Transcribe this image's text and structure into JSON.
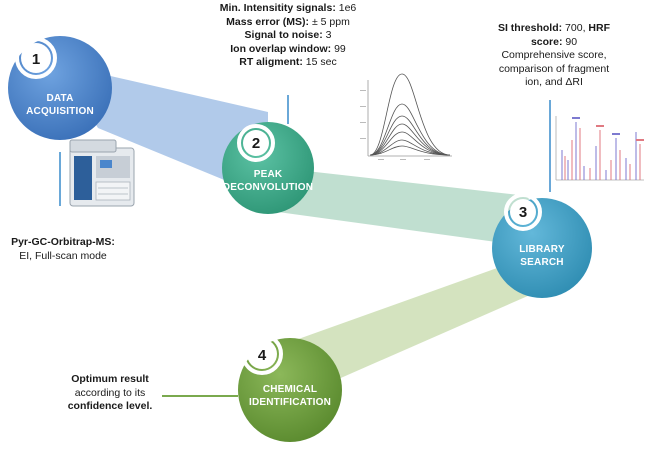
{
  "colors": {
    "step1": "#4a86cc",
    "step2": "#3aa98a",
    "step3": "#3e9fc4",
    "step4": "#6c9a3e",
    "band1": "#a9c4e8",
    "band2": "#b9dccb",
    "band3": "#cfe0b8"
  },
  "steps": [
    {
      "number": "1",
      "line1": "DATA",
      "line2": "ACQUISITION"
    },
    {
      "number": "2",
      "line1": "PEAK",
      "line2": "DECONVOLUTION"
    },
    {
      "number": "3",
      "line1": "LIBRARY",
      "line2": "SEARCH"
    },
    {
      "number": "4",
      "line1": "CHEMICAL",
      "line2": "IDENTIFICATION"
    }
  ],
  "params_step2": [
    {
      "label": "Min. Intensitity signals:",
      "value": " 1e6"
    },
    {
      "label": "Mass error (MS):",
      "value": " ± 5 ppm"
    },
    {
      "label": "Signal to noise:",
      "value": " 3"
    },
    {
      "label": "Ion overlap window:",
      "value": " 99"
    },
    {
      "label": "RT aligment:",
      "value": " 15 sec"
    }
  ],
  "params_step3": {
    "bold1": "SI threshold:",
    "normal1": " 700, ",
    "bold2": "HRF",
    "line2_bold": "score:",
    "line2_normal": " 90",
    "line3": "Comprehensive score,",
    "line4": "comparison of fragment",
    "line5": "ion, and ΔRI"
  },
  "instrument": {
    "name": "Pyr-GC-Orbitrap-MS:",
    "mode": "EI, Full-scan mode"
  },
  "result": {
    "line1": "Optimum result",
    "line2": "according to its",
    "line3": "confidence level."
  },
  "icons": {
    "instrument": "instrument-icon",
    "chromatogram": "chromatogram-icon",
    "spectrum": "mass-spectrum-icon"
  }
}
